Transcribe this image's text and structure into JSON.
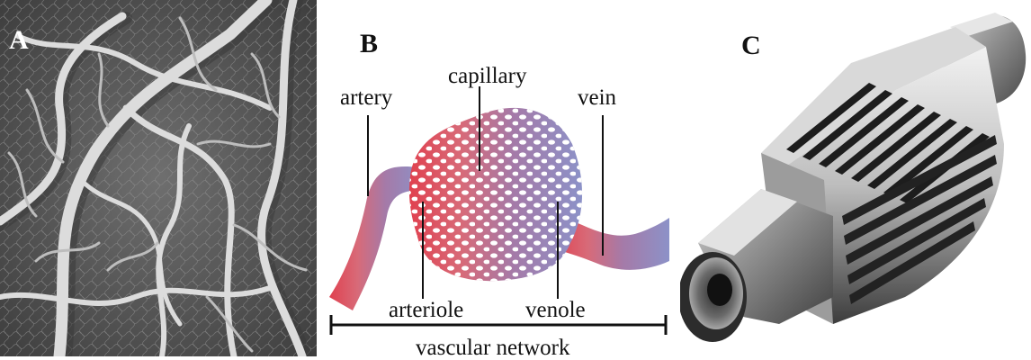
{
  "panels": {
    "a": {
      "letter": "A"
    },
    "b": {
      "letter": "B",
      "labels": {
        "artery": "artery",
        "capillary": "capillary",
        "vein": "vein",
        "arteriole": "arteriole",
        "venole": "venole",
        "network": "vascular network"
      }
    },
    "c": {
      "letter": "C"
    }
  },
  "colors": {
    "artery": "#d9545f",
    "vein": "#8a90c4",
    "micrograph_bg": "#5f5f5f",
    "vessel": "#d6d6d6"
  }
}
